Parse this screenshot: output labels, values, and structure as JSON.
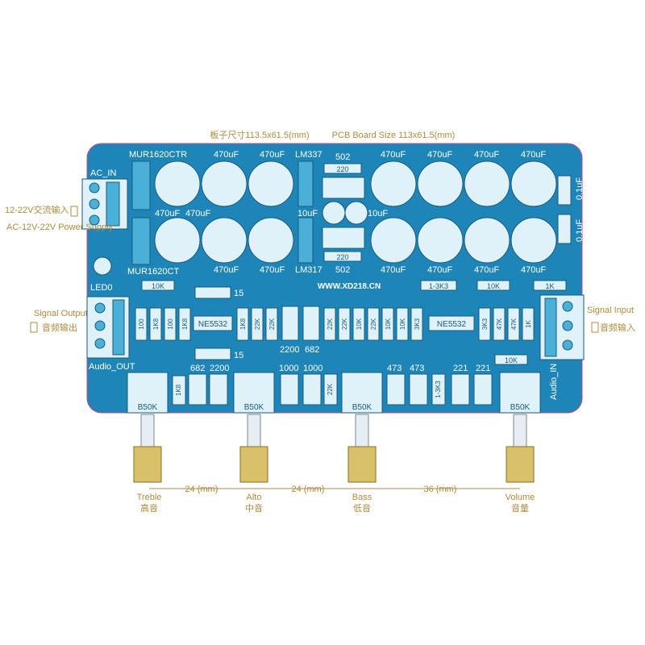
{
  "title_cn": "板子尺寸113.5x61.5(mm)",
  "title_en": "PCB Board Size  113x61.5(mm)",
  "website": "WWW.XD218.CN",
  "colors": {
    "board": "#1e85b8",
    "part": "#4ab0d8",
    "text": "#1a5a7a",
    "annotation": "#b08a40",
    "outline": "#c04a8a"
  },
  "power": {
    "header": "AC_IN",
    "cn": "12-22V交流输入",
    "en": "AC-12V-22V Power Supply"
  },
  "signal_output": {
    "en": "Signal Output",
    "cn": "音频输出",
    "header": "Audio_OUT"
  },
  "signal_input": {
    "en": "Signal Input",
    "cn": "音频输入",
    "header": "Audio_IN"
  },
  "led": "LED0",
  "diodes": {
    "top": "MUR1620CTR",
    "bottom": "MUR1620CT"
  },
  "regulators": {
    "top": "LM337",
    "bottom": "LM317"
  },
  "caps_470": "470uF",
  "caps_10": "10uF",
  "caps_01": "0.1uF",
  "r_502": "502",
  "r_220": "220",
  "opamp": "NE5532",
  "res_left": [
    "100",
    "1K8",
    "100",
    "1K8"
  ],
  "res_mid_a": [
    "1K8",
    "22K",
    "22K"
  ],
  "res_mid_b": [
    "22K",
    "22K",
    "10K",
    "22K",
    "10K",
    "10K",
    "3K3"
  ],
  "res_right": [
    "3K3",
    "47K",
    "47K",
    "1K"
  ],
  "res_top_row": [
    "10K",
    "1-3K3",
    "10K",
    "1K"
  ],
  "cap_15": "15",
  "cap_2200": "2200",
  "cap_682": "682",
  "cap_1000": "1000",
  "cap_473": "473",
  "cap_221": "221",
  "res_1k8": "1K8",
  "res_22k": "22K",
  "res_1_3k3": "1-3K3",
  "res_10k": "10K",
  "pot": "B50K",
  "knobs": [
    {
      "en": "Treble",
      "cn": "高音"
    },
    {
      "en": "Alto",
      "cn": "中音"
    },
    {
      "en": "Bass",
      "cn": "低音"
    },
    {
      "en": "Volume",
      "cn": "音量"
    }
  ],
  "spacing": [
    "24 (mm)",
    "24 (mm)",
    "36 (mm)"
  ]
}
